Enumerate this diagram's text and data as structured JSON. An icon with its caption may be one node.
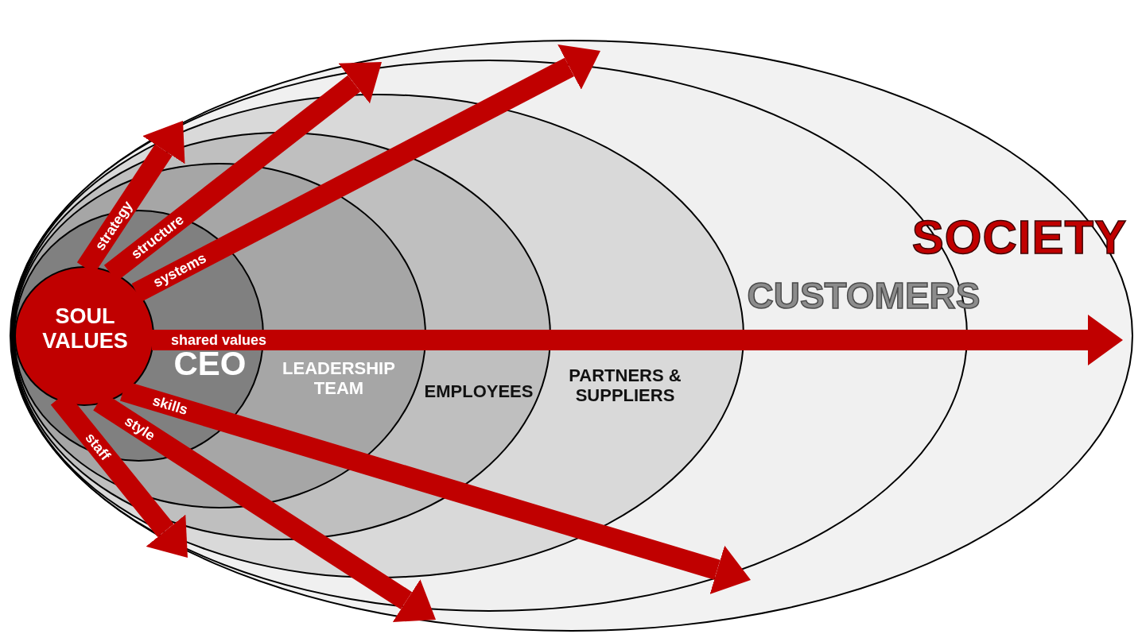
{
  "diagram": {
    "nodes": [
      {
        "text": [
          "SOCIETY"
        ]
      },
      {
        "text": [
          "CUSTOMERS"
        ],
        "in": 0
      },
      {
        "text": [
          "PARTNERS & SUPPLIERS"
        ],
        "in": 1
      },
      {
        "text": [
          "EMPLOYEES"
        ],
        "in": 2
      },
      {
        "text": [
          "LEADERSHIP TEAM"
        ],
        "in": 3
      },
      {
        "text": [
          "CEO"
        ],
        "in": 4
      },
      {
        "text": [
          "SOUL VALUES"
        ],
        "in": 5
      }
    ],
    "edges": [
      {
        "from": 6,
        "to": null,
        "arrow": "to",
        "label": "strategy"
      },
      {
        "from": 6,
        "to": null,
        "arrow": "to",
        "label": "structure"
      },
      {
        "from": 6,
        "to": null,
        "arrow": "to",
        "label": "systems"
      },
      {
        "from": 6,
        "to": null,
        "arrow": "to",
        "label": "shared values"
      },
      {
        "from": 6,
        "to": null,
        "arrow": "to",
        "label": "skills"
      },
      {
        "from": 6,
        "to": null,
        "arrow": "to",
        "label": "style"
      },
      {
        "from": 6,
        "to": null,
        "arrow": "to",
        "label": "staff"
      }
    ]
  }
}
